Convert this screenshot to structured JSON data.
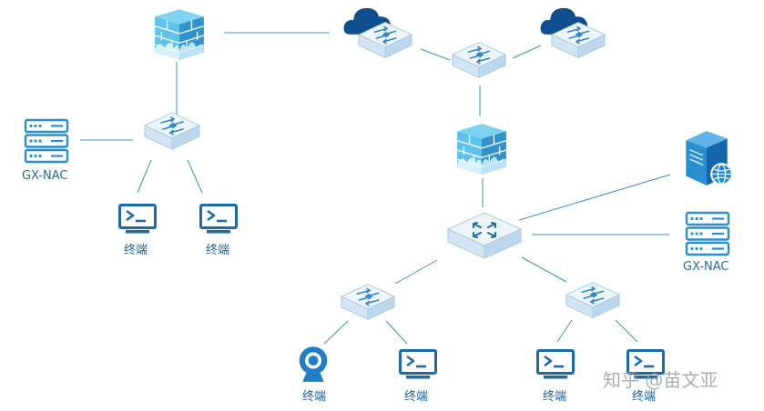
{
  "diagram": {
    "labels": {
      "nac_left": "GX-NAC",
      "nac_right": "GX-NAC",
      "terminal": "终端"
    },
    "watermark": "知乎 @苗文亚",
    "colors": {
      "line": "#3d8fc4",
      "device_top": "#eef5fb",
      "device_side": "#cfe1f0",
      "device_edge": "#9fc4e0",
      "arrow": "#2f86c6",
      "icon_dark": "#1c6aa8",
      "icon_mid": "#2a8ed2",
      "cloud": "#0f4f8e",
      "firewall_light": "#6cc8ee"
    }
  }
}
